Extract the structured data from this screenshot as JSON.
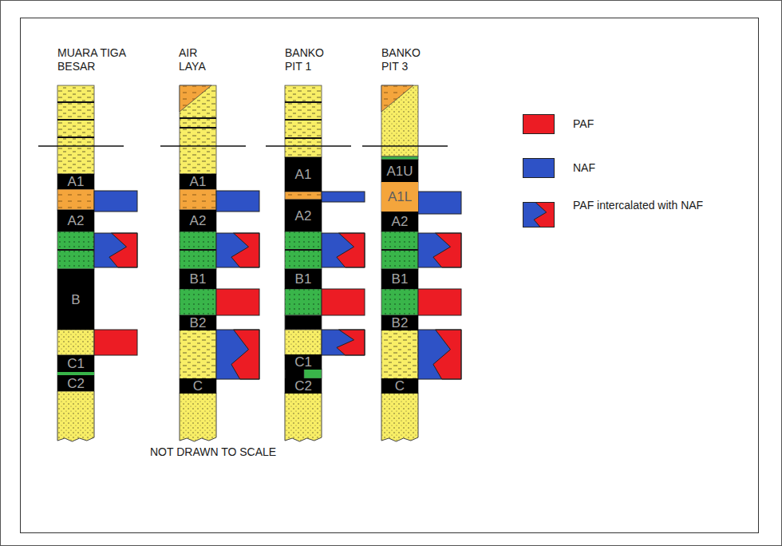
{
  "diagram": {
    "nodes": [
      {
        "text": [
          "A1"
        ]
      },
      {
        "text": [
          "A2"
        ]
      },
      {
        "text": [
          "B"
        ]
      },
      {
        "text": [
          "C1"
        ]
      },
      {
        "text": [
          "C2"
        ]
      },
      {
        "text": [
          "A1"
        ]
      },
      {
        "text": [
          "A2"
        ]
      },
      {
        "text": [
          "B1"
        ]
      },
      {
        "text": [
          "B2"
        ]
      },
      {
        "text": [
          "C"
        ]
      },
      {
        "text": [
          "A1"
        ]
      },
      {
        "text": [
          "A2"
        ]
      },
      {
        "text": [
          "B1"
        ]
      },
      {
        "text": [
          "C1"
        ]
      },
      {
        "text": [
          "C2"
        ]
      },
      {
        "text": [
          "A1U"
        ]
      },
      {
        "text": [
          "A1L"
        ]
      },
      {
        "text": [
          "A2"
        ]
      },
      {
        "text": [
          "B1"
        ]
      },
      {
        "text": [
          "B2"
        ]
      },
      {
        "text": [
          "C"
        ]
      }
    ],
    "labels": [
      "MUARA TIGA BESAR",
      "AIR LAYA",
      "BANKO PIT 1",
      "BANKO PIT 3",
      "NOT DRAWN TO SCALE"
    ],
    "legend": [
      {
        "text": "PAF",
        "color": "#ec1c24"
      },
      {
        "text": "NAF",
        "color": "#2e52c6"
      },
      {
        "text": "PAF intercalated with NAF"
      }
    ]
  }
}
